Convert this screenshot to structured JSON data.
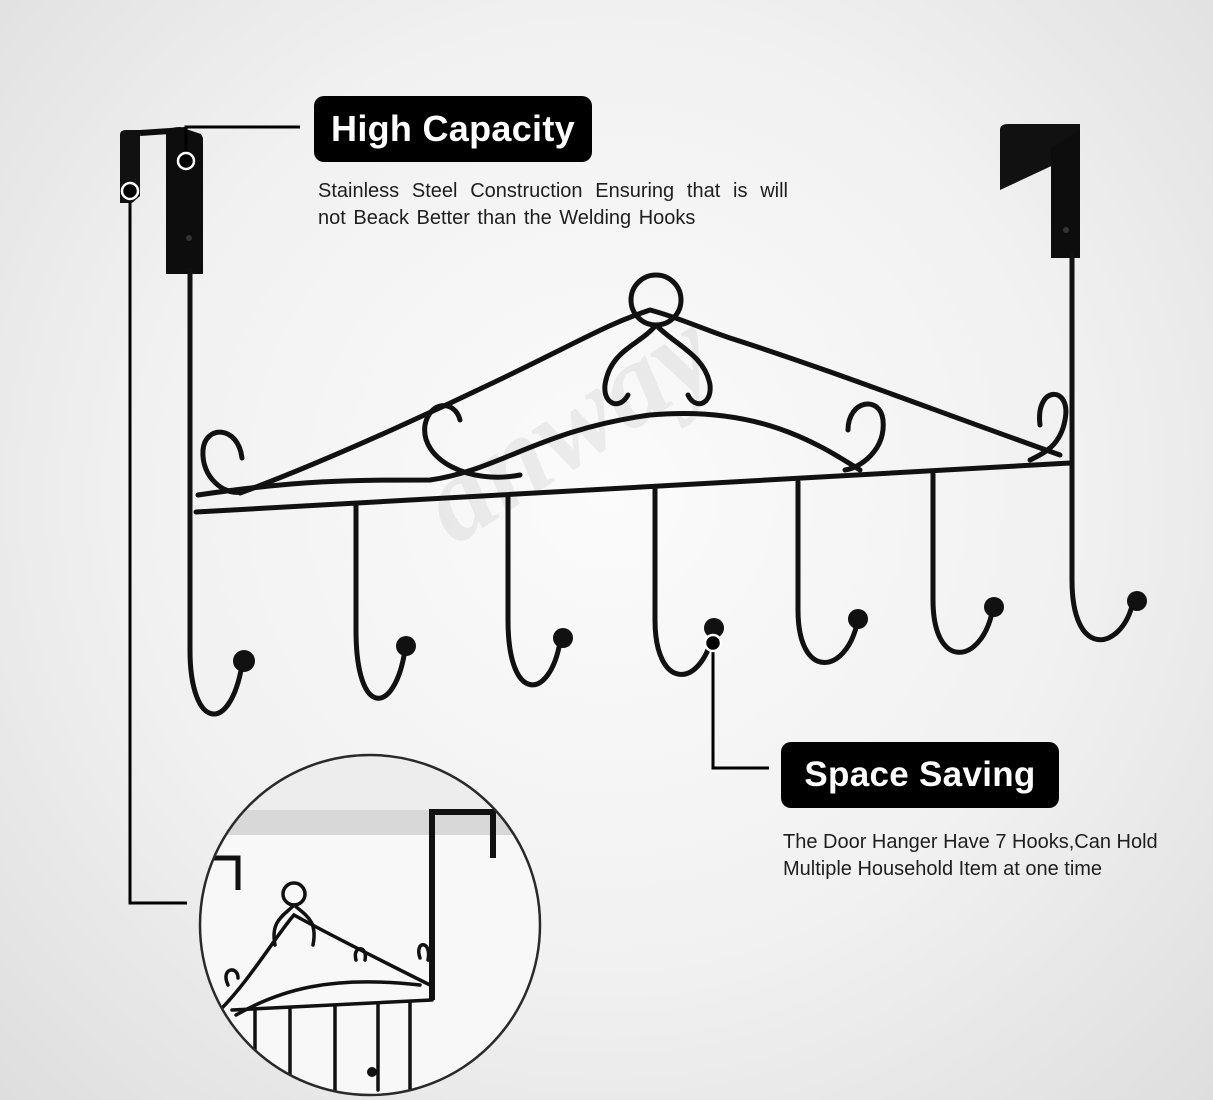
{
  "watermark": "anway",
  "features": {
    "high_capacity": {
      "title": "High Capacity",
      "description": "Stainless Steel Construction Ensuring that is will not Beack Better than the Welding Hooks"
    },
    "space_saving": {
      "title": "Space Saving",
      "description": "The Door Hanger Have 7 Hooks,Can Hold Multiple Household Item at one time"
    }
  },
  "colors": {
    "tag_background": "#000000",
    "tag_text": "#ffffff",
    "metal": "#0d0d0d"
  }
}
